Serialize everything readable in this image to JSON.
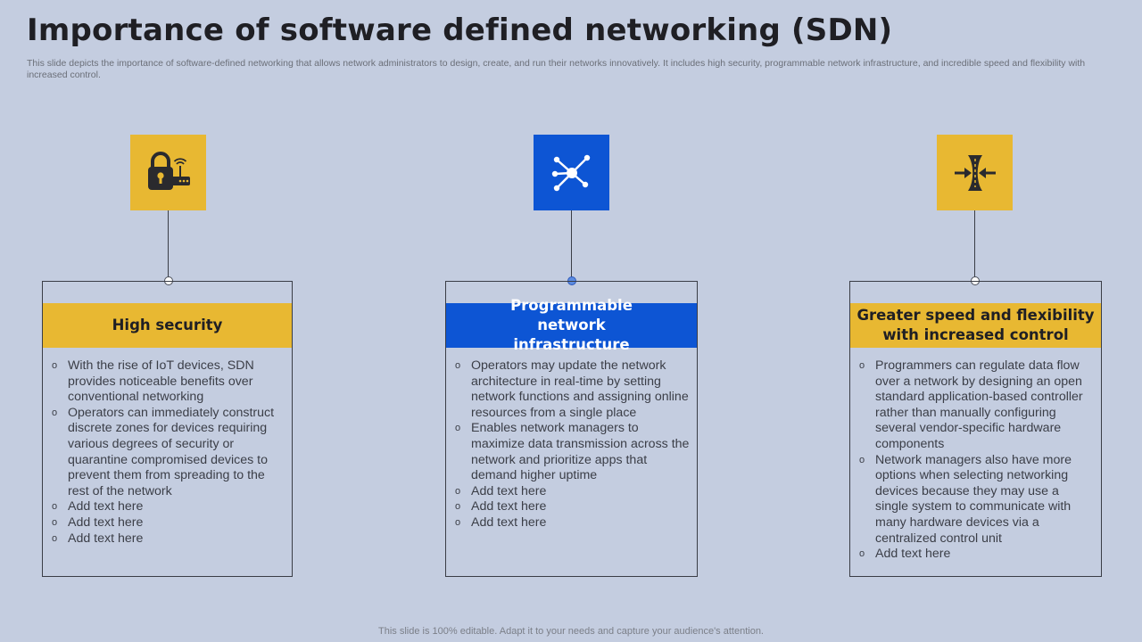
{
  "title": "Importance of software defined networking (SDN)",
  "subtitle": "This slide depicts the importance of software-defined networking that allows network administrators to design, create, and run their networks innovatively. It includes high security, programmable network infrastructure, and incredible speed and flexibility with increased control.",
  "footer": "This slide is 100% editable. Adapt it to your needs and capture your audience's attention.",
  "bullet_marker": "o",
  "colors": {
    "yellow": "#e8b832",
    "blue": "#0d55d4",
    "background": "#c4cde0"
  },
  "cards": [
    {
      "icon": "lock-router-icon",
      "heading": "High security",
      "bullets": [
        "With the rise of IoT devices, SDN provides noticeable benefits over conventional networking",
        "Operators can immediately construct discrete zones for devices requiring various degrees of security or quarantine compromised devices to prevent them from spreading to the rest of the network",
        "Add text here",
        "Add text here",
        "Add text here"
      ]
    },
    {
      "icon": "network-nodes-icon",
      "heading": "Programmable network infrastructure",
      "bullets": [
        "Operators may update the network architecture in real-time by setting network functions and assigning online resources from a single place",
        "Enables network managers to maximize data transmission across the network and prioritize apps that demand higher uptime",
        "Add text here",
        "Add text here",
        "Add text here"
      ]
    },
    {
      "icon": "compress-arrows-icon",
      "heading": "Greater speed and flexibility with increased control",
      "bullets": [
        "Programmers can regulate data flow over a network by designing an open standard application-based controller rather than manually configuring several vendor-specific hardware components",
        "Network managers also have more options when selecting networking devices because they may use a single system to communicate with many hardware devices via a centralized control unit",
        "Add text here"
      ]
    }
  ]
}
